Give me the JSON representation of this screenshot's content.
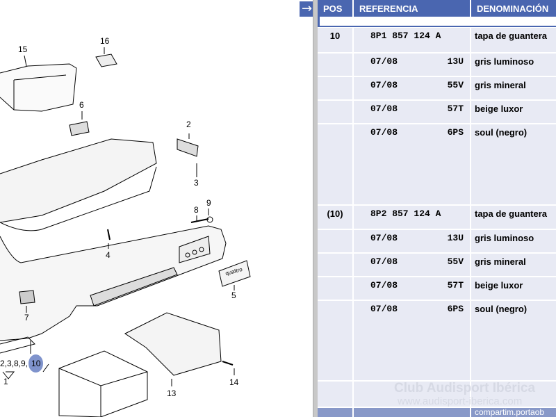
{
  "diagram": {
    "callouts": {
      "c15": "15",
      "c16": "16",
      "c6": "6",
      "c2": "2",
      "c3": "3",
      "c8": "8",
      "c9": "9",
      "c4": "4",
      "c5": "5",
      "c7": "7",
      "c1": "1",
      "c_group": "2,3,8,9,",
      "c10": "10",
      "c13": "13",
      "c14": "14"
    },
    "badge_text": "quattro"
  },
  "table": {
    "headers": {
      "pos": "POS",
      "ref": "REFERENCIA",
      "den": "DENOMINACIÓN"
    },
    "rows": [
      {
        "pos": "10",
        "ref": "8P1 857 124 A",
        "code": "",
        "den": "tapa de guantera"
      },
      {
        "pos": "",
        "ref": "07/08",
        "code": "13U",
        "den": "gris luminoso"
      },
      {
        "pos": "",
        "ref": "07/08",
        "code": "55V",
        "den": "gris mineral"
      },
      {
        "pos": "",
        "ref": "07/08",
        "code": "57T",
        "den": "beige luxor"
      },
      {
        "pos": "",
        "ref": "07/08",
        "code": "6PS",
        "den": "soul (negro)"
      },
      {
        "pos": "(10)",
        "ref": "8P2 857 124 A",
        "code": "",
        "den": "tapa de guantera"
      },
      {
        "pos": "",
        "ref": "07/08",
        "code": "13U",
        "den": "gris luminoso"
      },
      {
        "pos": "",
        "ref": "07/08",
        "code": "55V",
        "den": "gris mineral"
      },
      {
        "pos": "",
        "ref": "07/08",
        "code": "57T",
        "den": "beige luxor"
      },
      {
        "pos": "",
        "ref": "07/08",
        "code": "6PS",
        "den": "soul (negro)"
      },
      {
        "pos": "",
        "ref": "",
        "code": "",
        "den": ""
      }
    ],
    "footer": {
      "den": "compartim.portaob"
    },
    "watermark": {
      "title": "Club Audisport Ibérica",
      "url": "www.audisport-iberica.com"
    }
  },
  "colors": {
    "header": "#4a66b0",
    "row": "#e8eaf4",
    "footer": "#8898c8"
  }
}
